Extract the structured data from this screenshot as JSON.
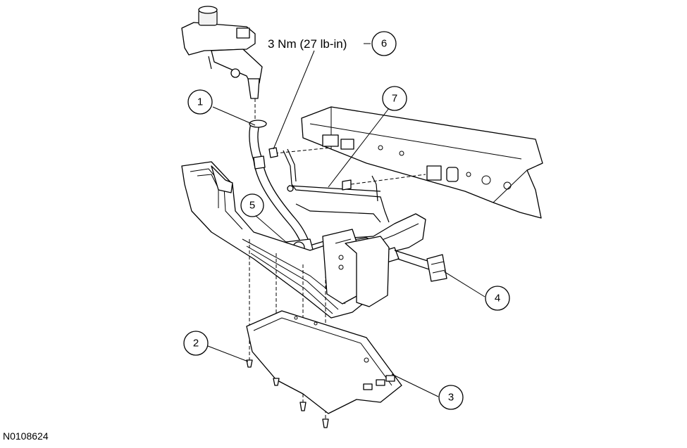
{
  "torque_spec": "3 Nm (27 lb-in)",
  "figure_id": "N0108624",
  "callouts": [
    {
      "number": "1"
    },
    {
      "number": "2"
    },
    {
      "number": "3"
    },
    {
      "number": "4"
    },
    {
      "number": "5"
    },
    {
      "number": "6"
    },
    {
      "number": "7"
    }
  ]
}
